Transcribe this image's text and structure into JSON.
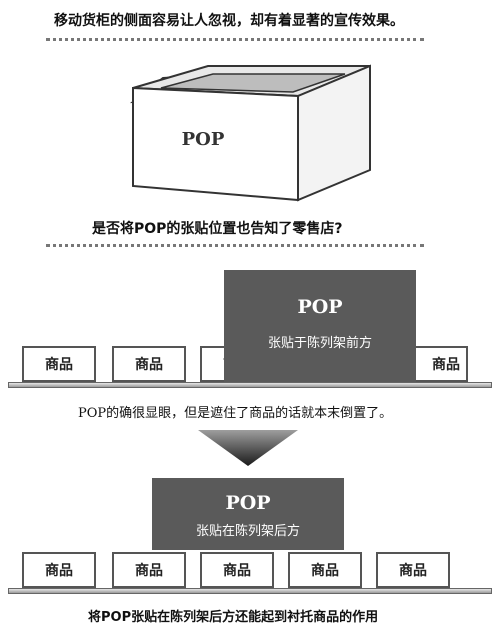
{
  "section1": {
    "caption": "移动货柜的侧面容易让人忽视，却有着显著的宣传效果。",
    "box_label": "POP"
  },
  "section2": {
    "caption": "是否将POP的张贴位置也告知了零售店?",
    "pop_title": "POP",
    "pop_subtitle": "张贴于陈列架前方",
    "products": [
      "商品",
      "商品",
      "商品",
      "商品"
    ],
    "footer": "POP的确很显眼，但是遮住了商品的话就本末倒置了。"
  },
  "section3": {
    "pop_title": "POP",
    "pop_subtitle": "张贴在陈列架后方",
    "products": [
      "商品",
      "商品",
      "商品",
      "商品",
      "商品"
    ],
    "footer": "将POP张贴在陈列架后方还能起到衬托商品的作用"
  },
  "colors": {
    "pop_panel": "#5a5a5a",
    "dotted_rule": "#777777",
    "box_side": "#ffffff",
    "box_inner": "#cfcfcf"
  }
}
